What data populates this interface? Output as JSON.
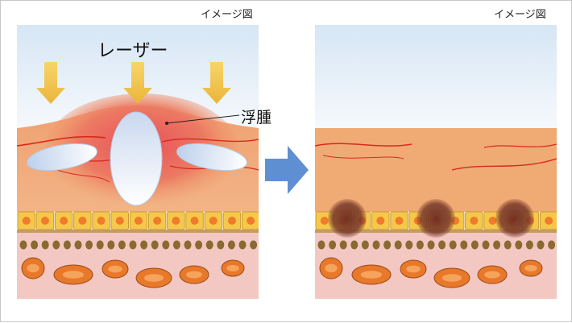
{
  "panels": {
    "before": {
      "caption": "イメージ図"
    },
    "after": {
      "caption": "イメージ図"
    }
  },
  "labels": {
    "laser": "レーザー",
    "edema": "浮腫"
  },
  "colors": {
    "sky": "#dbeaf7",
    "tissue": "#f0a878",
    "swelling": "#e96a5e",
    "vessel": "#d72a1e",
    "laser_arrow": "#f2c84b",
    "transition_arrow": "#5e8fd2",
    "cell_fill": "#f5c84a",
    "cell_nucleus": "#f07b2a",
    "deep_layer": "#f4c6c0",
    "oval_cell": "#e8782a",
    "pigment_spot": "#7a3a2a"
  },
  "icons": [
    "down-arrow-icon",
    "right-arrow-icon"
  ]
}
